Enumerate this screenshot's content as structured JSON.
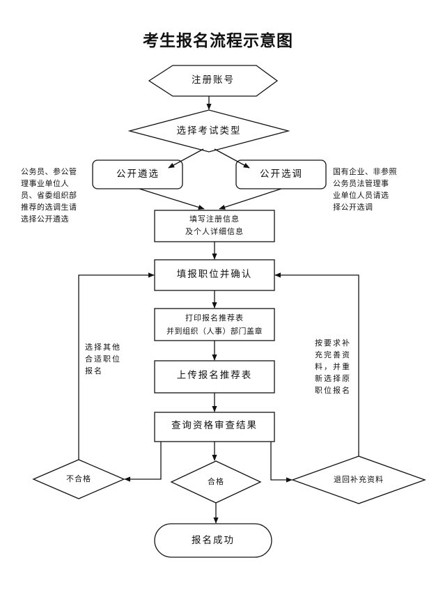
{
  "title": "考生报名流程示意图",
  "nodes": {
    "register": "注册账号",
    "choose_type": "选择考试类型",
    "public_select": "公开遴选",
    "public_transfer": "公开选调",
    "fill_info_line1": "填写注册信息",
    "fill_info_line2": "及个人详细信息",
    "fill_position": "填报职位并确认",
    "print_line1": "打印报名推荐表",
    "print_line2": "并到组织（人事）部门盖章",
    "upload": "上传报名推荐表",
    "query": "查询资格审查结果",
    "fail": "不合格",
    "pass": "合格",
    "return_supplement": "退回补充资料",
    "success": "报名成功"
  },
  "notes": {
    "left_top": [
      "公务员、参公管",
      "理事业单位人",
      "员、省委组织部",
      "推荐的选调生请",
      "选择公开遴选"
    ],
    "right_top": [
      "国有企业、非参照",
      "公务员法管理事",
      "业单位人员请选",
      "择公开选调"
    ],
    "left_mid": [
      "选择其他",
      "合适职位",
      "报名"
    ],
    "right_mid": [
      "按要求补",
      "充完善资",
      "料，并重",
      "新选择原",
      "职位报名"
    ]
  }
}
